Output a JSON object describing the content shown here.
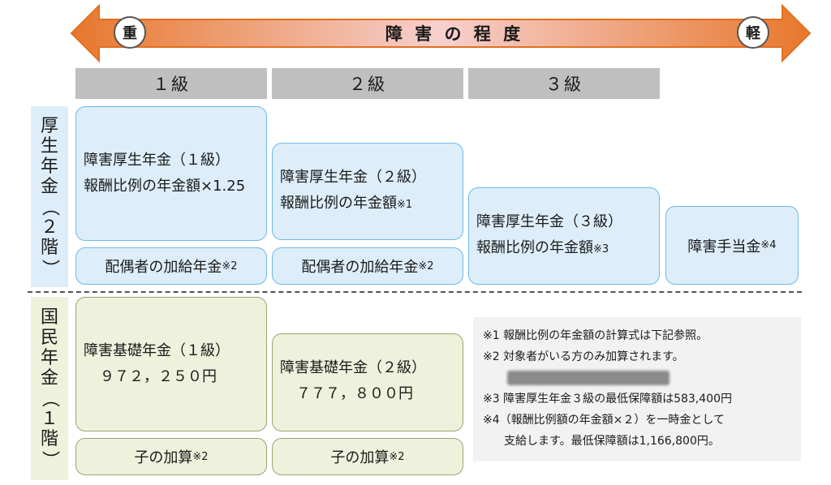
{
  "arrow": {
    "heavy": "重",
    "light": "軽",
    "title": "障 害 の 程 度"
  },
  "grades": [
    "１級",
    "２級",
    "３級"
  ],
  "pension_types": {
    "kosei": [
      "厚",
      "生",
      "年",
      "金",
      "（",
      "２",
      "階",
      "）"
    ],
    "kokumin": [
      "国",
      "民",
      "年",
      "金",
      "（",
      "１",
      "階",
      "）"
    ]
  },
  "kosei_boxes": {
    "g1": {
      "line1": "障害厚生年金（１級）",
      "line2": "報酬比例の年金額×1.25"
    },
    "g2": {
      "line1": "障害厚生年金（２級）",
      "line2": "報酬比例の年金額",
      "mark": "※1"
    },
    "g3": {
      "line1": "障害厚生年金（３級）",
      "line2": "報酬比例の年金額",
      "mark": "※3"
    },
    "teate": {
      "label": "障害手当金",
      "mark": "※4"
    },
    "spouse1": {
      "label": "配偶者の加給年金",
      "mark": "※2"
    },
    "spouse2": {
      "label": "配偶者の加給年金",
      "mark": "※2"
    }
  },
  "kiso_boxes": {
    "g1": {
      "line1": "障害基礎年金（１級）",
      "amount": "９７２，２５０円"
    },
    "g2": {
      "line1": "障害基礎年金（２級）",
      "amount": "７７７，８００円"
    },
    "child1": {
      "label": "子の加算",
      "mark": "※2"
    },
    "child2": {
      "label": "子の加算",
      "mark": "※2"
    }
  },
  "notes": [
    "※1 報酬比例の年金額の計算式は下記参照。",
    "※2 対象者がいる方のみ加算されます。",
    "※3 障害厚生年金３級の最低保障額は583,400円",
    "※4（報酬比例額の年金額×２）を一時金として",
    "支給します。最低保障額は1,166,800円。"
  ],
  "colors": {
    "arrow_dark": "#e8772b",
    "arrow_light": "#f6d0cf",
    "blue_fill": "#ddeefa",
    "blue_border": "#6fb8e8",
    "green_fill": "#eef1dc",
    "green_border": "#9aa670"
  }
}
